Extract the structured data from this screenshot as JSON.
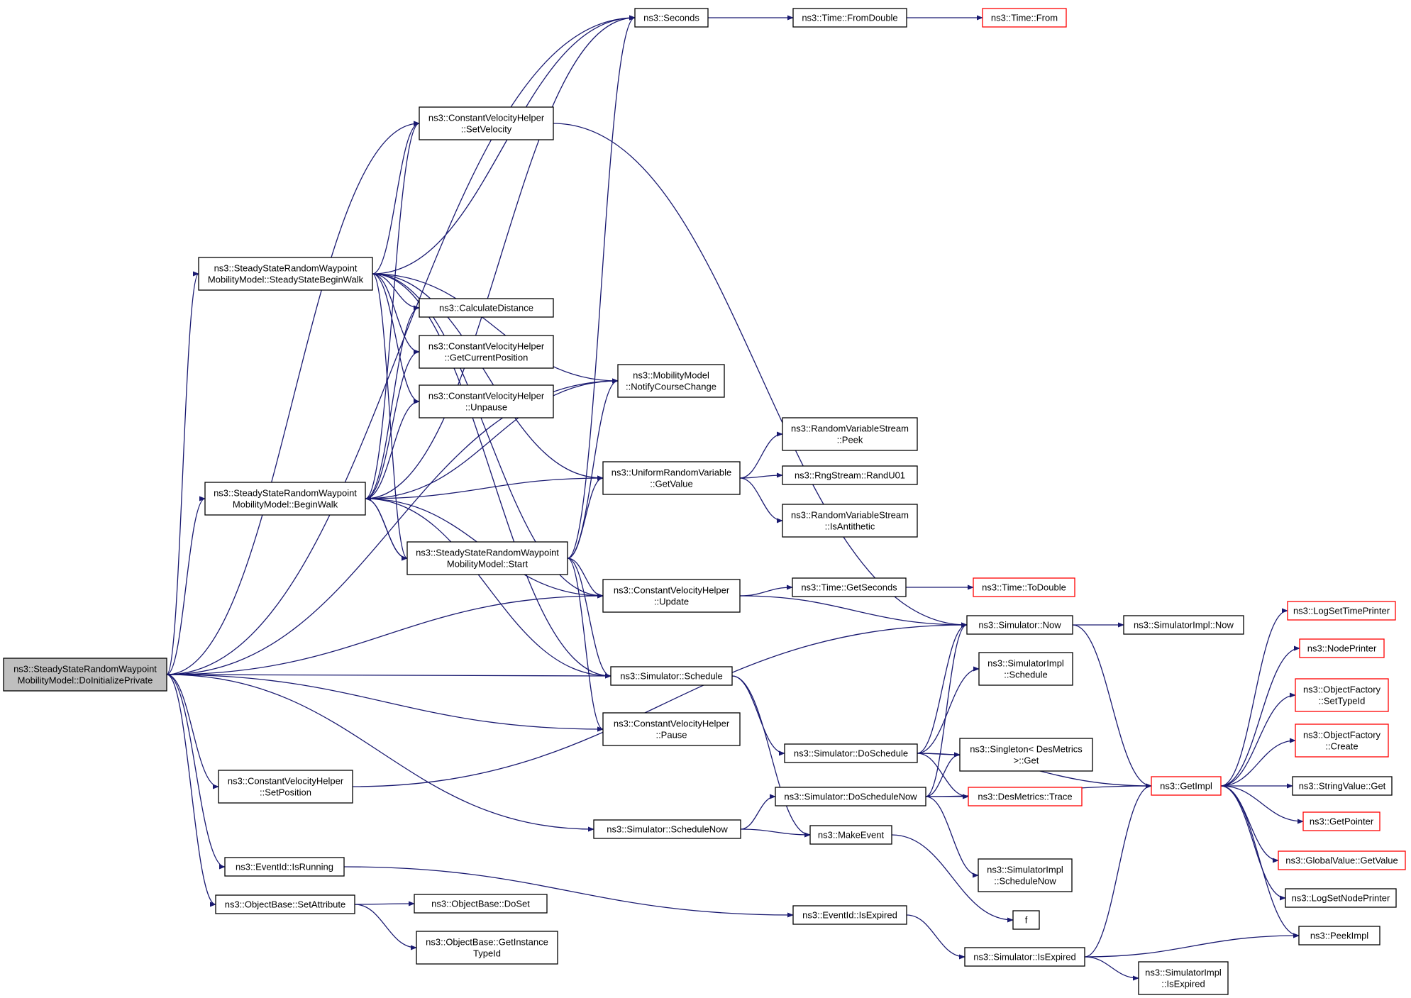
{
  "colors": {
    "edge": "#191970",
    "node_border": "#000000",
    "node_border_truncated": "#ff0000",
    "root_fill": "#bfbfbf",
    "node_fill": "#ffffff"
  },
  "nodes": [
    {
      "id": "doinit",
      "lines": [
        "ns3::SteadyStateRandomWaypoint",
        "MobilityModel::DoInitializePrivate"
      ],
      "root": true
    },
    {
      "id": "seconds",
      "lines": [
        "ns3::Seconds"
      ]
    },
    {
      "id": "fromdouble",
      "lines": [
        "ns3::Time::FromDouble"
      ]
    },
    {
      "id": "timefrom",
      "lines": [
        "ns3::Time::From"
      ],
      "truncated": true
    },
    {
      "id": "setvelocity",
      "lines": [
        "ns3::ConstantVelocityHelper",
        "::SetVelocity"
      ]
    },
    {
      "id": "ssbeginwalk",
      "lines": [
        "ns3::SteadyStateRandomWaypoint",
        "MobilityModel::SteadyStateBeginWalk"
      ]
    },
    {
      "id": "calcdist",
      "lines": [
        "ns3::CalculateDistance"
      ]
    },
    {
      "id": "getcurpos",
      "lines": [
        "ns3::ConstantVelocityHelper",
        "::GetCurrentPosition"
      ]
    },
    {
      "id": "unpause",
      "lines": [
        "ns3::ConstantVelocityHelper",
        "::Unpause"
      ]
    },
    {
      "id": "notify",
      "lines": [
        "ns3::MobilityModel",
        "::NotifyCourseChange"
      ]
    },
    {
      "id": "peek",
      "lines": [
        "ns3::RandomVariableStream",
        "::Peek"
      ]
    },
    {
      "id": "getvalue",
      "lines": [
        "ns3::UniformRandomVariable",
        "::GetValue"
      ]
    },
    {
      "id": "randu01",
      "lines": [
        "ns3::RngStream::RandU01"
      ]
    },
    {
      "id": "isanti",
      "lines": [
        "ns3::RandomVariableStream",
        "::IsAntithetic"
      ]
    },
    {
      "id": "beginwalk",
      "lines": [
        "ns3::SteadyStateRandomWaypoint",
        "MobilityModel::BeginWalk"
      ]
    },
    {
      "id": "start",
      "lines": [
        "ns3::SteadyStateRandomWaypoint",
        "MobilityModel::Start"
      ]
    },
    {
      "id": "update",
      "lines": [
        "ns3::ConstantVelocityHelper",
        "::Update"
      ]
    },
    {
      "id": "getseconds",
      "lines": [
        "ns3::Time::GetSeconds"
      ]
    },
    {
      "id": "todouble",
      "lines": [
        "ns3::Time::ToDouble"
      ],
      "truncated": true
    },
    {
      "id": "now",
      "lines": [
        "ns3::Simulator::Now"
      ]
    },
    {
      "id": "implnow",
      "lines": [
        "ns3::SimulatorImpl::Now"
      ]
    },
    {
      "id": "logsettime",
      "lines": [
        "ns3::LogSetTimePrinter"
      ],
      "truncated": true
    },
    {
      "id": "nodeprinter",
      "lines": [
        "ns3::NodePrinter"
      ],
      "truncated": true
    },
    {
      "id": "settypeid",
      "lines": [
        "ns3::ObjectFactory",
        "::SetTypeId"
      ],
      "truncated": true
    },
    {
      "id": "create",
      "lines": [
        "ns3::ObjectFactory",
        "::Create"
      ],
      "truncated": true
    },
    {
      "id": "schedule",
      "lines": [
        "ns3::Simulator::Schedule"
      ]
    },
    {
      "id": "implschedule",
      "lines": [
        "ns3::SimulatorImpl",
        "::Schedule"
      ]
    },
    {
      "id": "pause",
      "lines": [
        "ns3::ConstantVelocityHelper",
        "::Pause"
      ]
    },
    {
      "id": "doschedule",
      "lines": [
        "ns3::Simulator::DoSchedule"
      ]
    },
    {
      "id": "singleton",
      "lines": [
        "ns3::Singleton< DesMetrics",
        ">::Get"
      ]
    },
    {
      "id": "setposition",
      "lines": [
        "ns3::ConstantVelocityHelper",
        "::SetPosition"
      ]
    },
    {
      "id": "doschednow",
      "lines": [
        "ns3::Simulator::DoScheduleNow"
      ]
    },
    {
      "id": "trace",
      "lines": [
        "ns3::DesMetrics::Trace"
      ],
      "truncated": true
    },
    {
      "id": "getimpl",
      "lines": [
        "ns3::GetImpl"
      ],
      "truncated": true
    },
    {
      "id": "stringget",
      "lines": [
        "ns3::StringValue::Get"
      ]
    },
    {
      "id": "getpointer",
      "lines": [
        "ns3::GetPointer"
      ],
      "truncated": true
    },
    {
      "id": "schednow",
      "lines": [
        "ns3::Simulator::ScheduleNow"
      ]
    },
    {
      "id": "makeevent",
      "lines": [
        "ns3::MakeEvent"
      ]
    },
    {
      "id": "globalget",
      "lines": [
        "ns3::GlobalValue::GetValue"
      ],
      "truncated": true
    },
    {
      "id": "isrunning",
      "lines": [
        "ns3::EventId::IsRunning"
      ]
    },
    {
      "id": "implschednow",
      "lines": [
        "ns3::SimulatorImpl",
        "::ScheduleNow"
      ]
    },
    {
      "id": "logsetnode",
      "lines": [
        "ns3::LogSetNodePrinter"
      ]
    },
    {
      "id": "setattr",
      "lines": [
        "ns3::ObjectBase::SetAttribute"
      ]
    },
    {
      "id": "doset",
      "lines": [
        "ns3::ObjectBase::DoSet"
      ]
    },
    {
      "id": "f",
      "lines": [
        "f"
      ]
    },
    {
      "id": "isexpiredev",
      "lines": [
        "ns3::EventId::IsExpired"
      ]
    },
    {
      "id": "peekimpl",
      "lines": [
        "ns3::PeekImpl"
      ]
    },
    {
      "id": "getinst",
      "lines": [
        "ns3::ObjectBase::GetInstance",
        "TypeId"
      ]
    },
    {
      "id": "isexpiredsim",
      "lines": [
        "ns3::Simulator::IsExpired"
      ]
    },
    {
      "id": "implisexpired",
      "lines": [
        "ns3::SimulatorImpl",
        "::IsExpired"
      ]
    }
  ],
  "edges": [
    [
      "doinit",
      "seconds"
    ],
    [
      "doinit",
      "notify"
    ],
    [
      "doinit",
      "setvelocity"
    ],
    [
      "doinit",
      "ssbeginwalk"
    ],
    [
      "doinit",
      "beginwalk"
    ],
    [
      "doinit",
      "update"
    ],
    [
      "doinit",
      "schedule"
    ],
    [
      "doinit",
      "pause"
    ],
    [
      "doinit",
      "setposition"
    ],
    [
      "doinit",
      "schednow"
    ],
    [
      "doinit",
      "isrunning"
    ],
    [
      "doinit",
      "setattr"
    ],
    [
      "seconds",
      "fromdouble"
    ],
    [
      "fromdouble",
      "timefrom"
    ],
    [
      "setvelocity",
      "now"
    ],
    [
      "ssbeginwalk",
      "seconds"
    ],
    [
      "ssbeginwalk",
      "setvelocity"
    ],
    [
      "ssbeginwalk",
      "calcdist"
    ],
    [
      "ssbeginwalk",
      "getcurpos"
    ],
    [
      "ssbeginwalk",
      "unpause"
    ],
    [
      "ssbeginwalk",
      "notify"
    ],
    [
      "ssbeginwalk",
      "getvalue"
    ],
    [
      "ssbeginwalk",
      "start"
    ],
    [
      "ssbeginwalk",
      "update"
    ],
    [
      "ssbeginwalk",
      "schedule"
    ],
    [
      "beginwalk",
      "seconds"
    ],
    [
      "beginwalk",
      "setvelocity"
    ],
    [
      "beginwalk",
      "calcdist"
    ],
    [
      "beginwalk",
      "getcurpos"
    ],
    [
      "beginwalk",
      "unpause"
    ],
    [
      "beginwalk",
      "notify"
    ],
    [
      "beginwalk",
      "getvalue"
    ],
    [
      "beginwalk",
      "start"
    ],
    [
      "beginwalk",
      "update"
    ],
    [
      "beginwalk",
      "schedule"
    ],
    [
      "start",
      "beginwalk"
    ],
    [
      "start",
      "seconds"
    ],
    [
      "start",
      "notify"
    ],
    [
      "start",
      "getvalue"
    ],
    [
      "start",
      "update"
    ],
    [
      "start",
      "schedule"
    ],
    [
      "start",
      "pause"
    ],
    [
      "getvalue",
      "peek"
    ],
    [
      "getvalue",
      "randu01"
    ],
    [
      "getvalue",
      "isanti"
    ],
    [
      "update",
      "getseconds"
    ],
    [
      "update",
      "now"
    ],
    [
      "getseconds",
      "todouble"
    ],
    [
      "now",
      "implnow"
    ],
    [
      "now",
      "getimpl"
    ],
    [
      "schedule",
      "doschedule"
    ],
    [
      "schedule",
      "makeevent"
    ],
    [
      "doschedule",
      "now"
    ],
    [
      "doschedule",
      "implschedule"
    ],
    [
      "doschedule",
      "singleton"
    ],
    [
      "doschedule",
      "trace"
    ],
    [
      "doschedule",
      "getimpl"
    ],
    [
      "setposition",
      "now"
    ],
    [
      "schednow",
      "doschednow"
    ],
    [
      "schednow",
      "makeevent"
    ],
    [
      "doschednow",
      "now"
    ],
    [
      "doschednow",
      "singleton"
    ],
    [
      "doschednow",
      "trace"
    ],
    [
      "doschednow",
      "getimpl"
    ],
    [
      "doschednow",
      "implschednow"
    ],
    [
      "makeevent",
      "f"
    ],
    [
      "isrunning",
      "isexpiredev"
    ],
    [
      "isexpiredev",
      "isexpiredsim"
    ],
    [
      "isexpiredsim",
      "getimpl"
    ],
    [
      "isexpiredsim",
      "peekimpl"
    ],
    [
      "isexpiredsim",
      "implisexpired"
    ],
    [
      "setattr",
      "doset"
    ],
    [
      "setattr",
      "getinst"
    ],
    [
      "getimpl",
      "logsettime"
    ],
    [
      "getimpl",
      "nodeprinter"
    ],
    [
      "getimpl",
      "settypeid"
    ],
    [
      "getimpl",
      "create"
    ],
    [
      "getimpl",
      "stringget"
    ],
    [
      "getimpl",
      "getpointer"
    ],
    [
      "getimpl",
      "globalget"
    ],
    [
      "getimpl",
      "logsetnode"
    ],
    [
      "getimpl",
      "peekimpl"
    ]
  ]
}
